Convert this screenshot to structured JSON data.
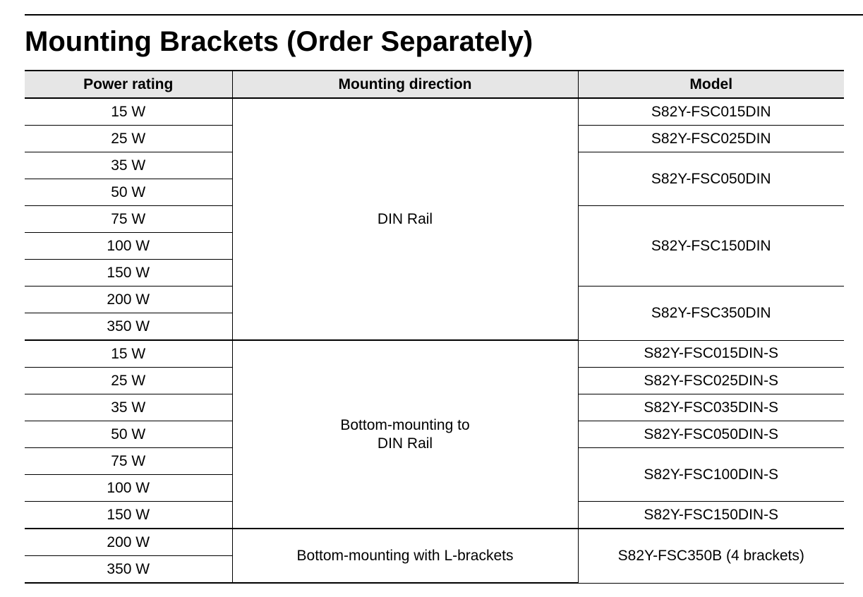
{
  "title": "Mounting Brackets (Order Separately)",
  "headers": {
    "power_rating": "Power rating",
    "mounting_direction": "Mounting direction",
    "model": "Model"
  },
  "groups": [
    {
      "direction": "DIN Rail",
      "ratings": [
        "15 W",
        "25 W",
        "35 W",
        "50 W",
        "75 W",
        "100 W",
        "150 W",
        "200 W",
        "350 W"
      ],
      "models": [
        "S82Y-FSC015DIN",
        "S82Y-FSC025DIN",
        "S82Y-FSC050DIN",
        "S82Y-FSC150DIN",
        "S82Y-FSC350DIN"
      ]
    },
    {
      "direction_lines": [
        "Bottom-mounting to",
        "DIN Rail"
      ],
      "ratings": [
        "15 W",
        "25 W",
        "35 W",
        "50 W",
        "75 W",
        "100 W",
        "150 W"
      ],
      "models": [
        "S82Y-FSC015DIN-S",
        "S82Y-FSC025DIN-S",
        "S82Y-FSC035DIN-S",
        "S82Y-FSC050DIN-S",
        "S82Y-FSC100DIN-S",
        "S82Y-FSC150DIN-S"
      ]
    },
    {
      "direction": "Bottom-mounting with L-brackets",
      "ratings": [
        "200 W",
        "350 W"
      ],
      "models": [
        "S82Y-FSC350B (4 brackets)"
      ]
    }
  ]
}
